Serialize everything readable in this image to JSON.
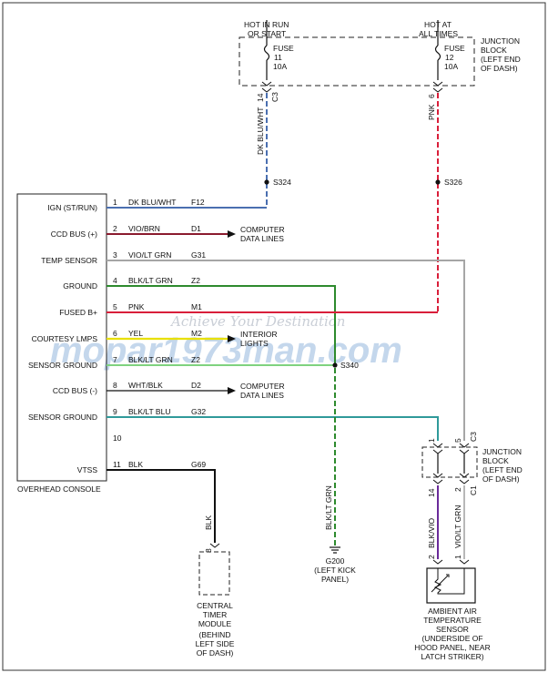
{
  "watermark": {
    "tagline": "Achieve Your Destination",
    "site": "mopar1973man.com"
  },
  "console": {
    "title": "OVERHEAD CONSOLE",
    "pins": [
      {
        "label": "IGN (ST/RUN)",
        "num": "1",
        "color": "DK BLU/WHT",
        "circuit": "F12"
      },
      {
        "label": "CCD BUS (+)",
        "num": "2",
        "color": "VIO/BRN",
        "circuit": "D1"
      },
      {
        "label": "TEMP SENSOR",
        "num": "3",
        "color": "VIO/LT GRN",
        "circuit": "G31"
      },
      {
        "label": "GROUND",
        "num": "4",
        "color": "BLK/LT GRN",
        "circuit": "Z2"
      },
      {
        "label": "FUSED B+",
        "num": "5",
        "color": "PNK",
        "circuit": "M1"
      },
      {
        "label": "COURTESY LMPS",
        "num": "6",
        "color": "YEL",
        "circuit": "M2"
      },
      {
        "label": "SENSOR GROUND",
        "num": "7",
        "color": "BLK/LT GRN",
        "circuit": "Z2"
      },
      {
        "label": "CCD BUS (-)",
        "num": "8",
        "color": "WHT/BLK",
        "circuit": "D2"
      },
      {
        "label": "SENSOR GROUND",
        "num": "9",
        "color": "BLK/LT BLU",
        "circuit": "G32"
      },
      {
        "label": "",
        "num": "10",
        "color": "",
        "circuit": ""
      },
      {
        "label": "VTSS",
        "num": "11",
        "color": "BLK",
        "circuit": "G69"
      }
    ]
  },
  "fuse_block": {
    "label": [
      "JUNCTION",
      "BLOCK",
      "(LEFT END",
      "OF DASH)"
    ],
    "left_header": [
      "HOT IN RUN",
      "OR START"
    ],
    "right_header": [
      "HOT AT",
      "ALL TIMES"
    ],
    "fuse11": [
      "FUSE",
      "11",
      "10A"
    ],
    "fuse12": [
      "FUSE",
      "12",
      "10A"
    ],
    "pin14": "14",
    "pin6": "6",
    "conn_c3": "C3",
    "wire14": "DK BLU/WHT",
    "wire6": "PNK"
  },
  "splices": {
    "s324": "S324",
    "s326": "S326",
    "s340": "S340"
  },
  "arrows": {
    "ccd_plus": [
      "COMPUTER",
      "DATA LINES"
    ],
    "interior": [
      "INTERIOR",
      "LIGHTS"
    ],
    "ccd_minus": [
      "COMPUTER",
      "DATA LINES"
    ]
  },
  "junction_block2": {
    "label": [
      "JUNCTION",
      "BLOCK",
      "(LEFT END",
      "OF DASH)"
    ],
    "pin1": "1",
    "pin5": "5",
    "pin14": "14",
    "pin2": "2",
    "conn_c3": "C3",
    "conn_c1": "C1"
  },
  "sensor": {
    "pin2": "2",
    "pin1": "1",
    "wire_left": "BLK/VIO",
    "wire_right": "VIO/LT GRN",
    "label": [
      "AMBIENT AIR",
      "TEMPERATURE",
      "SENSOR",
      "(UNDERSIDE OF",
      "HOOD PANEL, NEAR",
      "LATCH STRIKER)"
    ]
  },
  "ground": {
    "wire": "BLK/LT GRN",
    "label": [
      "G200",
      "(LEFT KICK",
      "PANEL)"
    ]
  },
  "timer": {
    "wire": "BLK",
    "pin": "8",
    "label": [
      "CENTRAL",
      "TIMER",
      "MODULE",
      "(BEHIND",
      "LEFT SIDE",
      "OF DASH)"
    ]
  },
  "colors": {
    "dk_blu_wht": "#4a6fb0",
    "vio_brn": "#8b1a2e",
    "vio_lt_grn": "#a6a6a6",
    "blk_lt_grn": "#2d8a2d",
    "pnk": "#d91f3a",
    "yel": "#e8e000",
    "blk_lt_grn_7": "#7fd27f",
    "blk_lt_blu": "#2f9a9a",
    "blk": "#111111",
    "blk_vio": "#6a2a9a",
    "vio_lt_grn_sensor": "#b8b8b8"
  }
}
